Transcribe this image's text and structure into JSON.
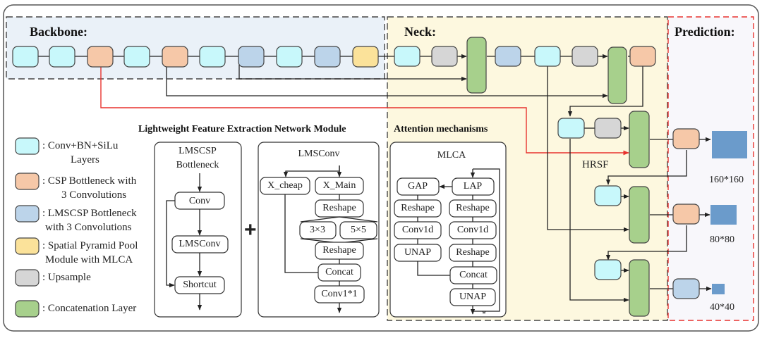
{
  "sections": {
    "backbone": "Backbone:",
    "neck": "Neck:",
    "prediction": "Prediction:",
    "lightweight_module": "Lightweight Feature Extraction Network Module",
    "attention": "Attention mechanisms",
    "hrsf": "HRSF"
  },
  "colors": {
    "conv": "#c8f8fb",
    "csp": "#f6c8a8",
    "lmscsp": "#bcd4ea",
    "sppf": "#fbe29a",
    "upsample": "#d6d6d6",
    "concat": "#a7d08c",
    "output": "#6b9bcb",
    "backbone_bg": "#eaf1f8",
    "neck_bg": "#fdf8df",
    "prediction_bg": "#f8f7fb",
    "red_path": "#e8322e"
  },
  "legend": [
    {
      "type": "conv",
      "lines": [
        ":  Conv+BN+SiLu",
        "Layers"
      ]
    },
    {
      "type": "csp",
      "lines": [
        ":  CSP Bottleneck with",
        "3 Convolutions"
      ]
    },
    {
      "type": "lmscsp",
      "lines": [
        ":  LMSCSP Bottleneck",
        "with 3 Convolutions"
      ]
    },
    {
      "type": "sppf",
      "lines": [
        ":  Spatial Pyramid Pool",
        "Module with MLCA"
      ]
    },
    {
      "type": "upsample",
      "lines": [
        ":  Upsample"
      ]
    },
    {
      "type": "concat",
      "lines": [
        ":  Concatenation Layer"
      ]
    }
  ],
  "backbone_blocks": [
    "conv",
    "conv",
    "csp",
    "conv",
    "csp",
    "conv",
    "lmscsp",
    "conv",
    "lmscsp",
    "sppf"
  ],
  "lmscsp_module": {
    "title_lines": [
      "LMSCSP",
      "Bottleneck"
    ],
    "steps": [
      "Conv",
      "LMSConv",
      "Shortcut"
    ]
  },
  "plus_sign": "+",
  "lmsconv_module": {
    "title": "LMSConv",
    "x_cheap": "X_cheap",
    "x_main": "X_Main",
    "reshape1": "Reshape",
    "k3": "3×3",
    "k5": "5×5",
    "reshape2": "Reshape",
    "concat": "Concat",
    "conv11": "Conv1*1"
  },
  "mlca_module": {
    "title": "MLCA",
    "left": [
      "GAP",
      "Reshape",
      "Conv1d",
      "UNAP"
    ],
    "right": [
      "LAP",
      "Reshape",
      "Conv1d",
      "Reshape"
    ],
    "concat": "Concat",
    "unap": "UNAP",
    "star": "*"
  },
  "outputs": [
    {
      "label": "160*160"
    },
    {
      "label": "80*80"
    },
    {
      "label": "40*40"
    }
  ]
}
